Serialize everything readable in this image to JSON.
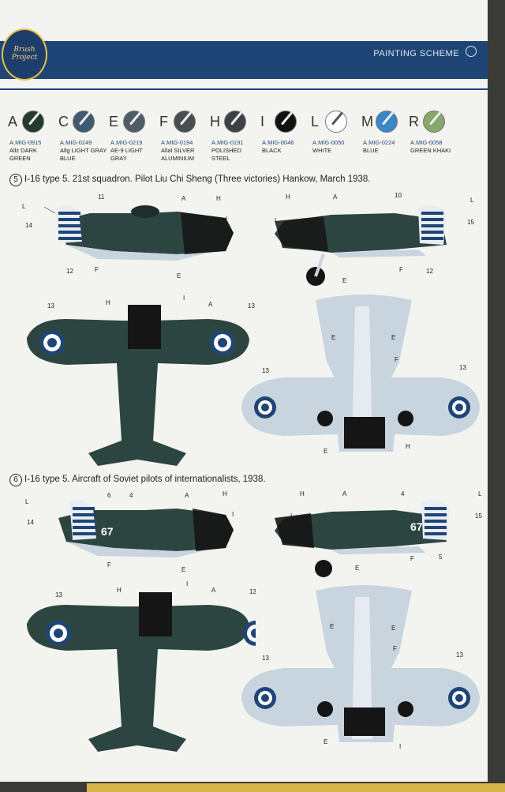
{
  "header": {
    "title": "PAINTING SCHEME",
    "logo_text": "Brush Project"
  },
  "paints": [
    {
      "letter": "A",
      "code": "A.MIG-0915",
      "name": "Allz DARK GREEN",
      "color": "#233a2e"
    },
    {
      "letter": "C",
      "code": "A.MIG-0249",
      "name": "Allg LIGHT GRAY BLUE",
      "color": "#3f5a72"
    },
    {
      "letter": "E",
      "code": "A.MIG-0219",
      "name": "AE-9 LIGHT GRAY",
      "color": "#4e5c66"
    },
    {
      "letter": "F",
      "code": "A.MIG-0194",
      "name": "Allal SILVER ALUMINIUM",
      "color": "#4a4e52"
    },
    {
      "letter": "H",
      "code": "A.MIG-0191",
      "name": "POLISHED STEEL",
      "color": "#3d4246"
    },
    {
      "letter": "I",
      "code": "A.MIG-0046",
      "name": "BLACK",
      "color": "#111111"
    },
    {
      "letter": "L",
      "code": "A.MIG-0050",
      "name": "WHITE",
      "color": "#ffffff"
    },
    {
      "letter": "M",
      "code": "A.MIG-0224",
      "name": "BLUE",
      "color": "#3a86c8"
    },
    {
      "letter": "R",
      "code": "A.MIG-0058",
      "name": "GREEN KHAKI",
      "color": "#86a86a"
    }
  ],
  "schemes": [
    {
      "number": "5",
      "title": "I-16 type 5. 21st squadron. Pilot Liu Chi Sheng (Three victories) Hankow, March 1938."
    },
    {
      "number": "6",
      "title": "I-16 type 5. Aircraft of Soviet pilots of internationalists, 1938."
    }
  ],
  "callouts": {
    "a": "A",
    "e": "E",
    "f": "F",
    "h": "H",
    "i": "I",
    "l": "L",
    "n4": "4",
    "n5": "5",
    "n6": "6",
    "n10": "10",
    "n11": "11",
    "n12": "12",
    "n13": "13",
    "n14": "14",
    "n15": "15"
  },
  "fuselage_number": "67",
  "colors": {
    "dark_green": "#2c4541",
    "light_blue_gray": "#c8d4de",
    "navy": "#1f4576",
    "black": "#151515"
  }
}
